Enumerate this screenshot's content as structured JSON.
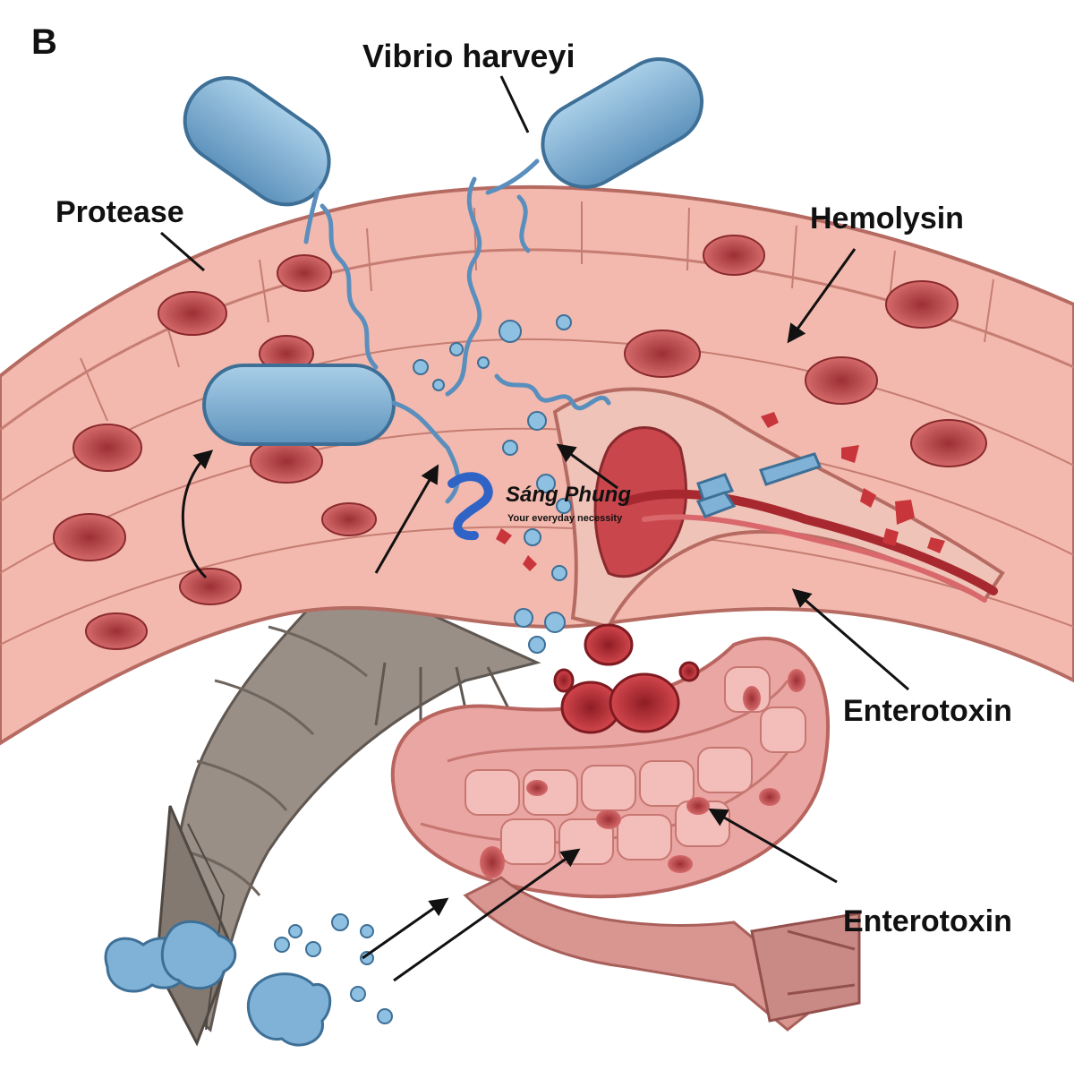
{
  "figure": {
    "panel_letter": "B",
    "labels": {
      "vibrio": "Vibrio harveyi",
      "protease": "Protease",
      "hemolysin": "Hemolysin",
      "enterotoxin_upper": "Enterotoxin",
      "enterotoxin_lower": "Enterotoxin"
    },
    "watermark": {
      "brand": "Sáng Phung",
      "tagline": "Your everyday necessity"
    },
    "colors": {
      "tissue": "#f2b8ae",
      "tissue_dark": "#d98b82",
      "nucleus": "#b8474a",
      "bacteria": "#7fb2d6",
      "bacteria_stroke": "#3e6f96",
      "blood": "#c0333a",
      "shrimp": "#9a8f86",
      "gut": "#e9a3a0",
      "label": "#111111"
    }
  }
}
